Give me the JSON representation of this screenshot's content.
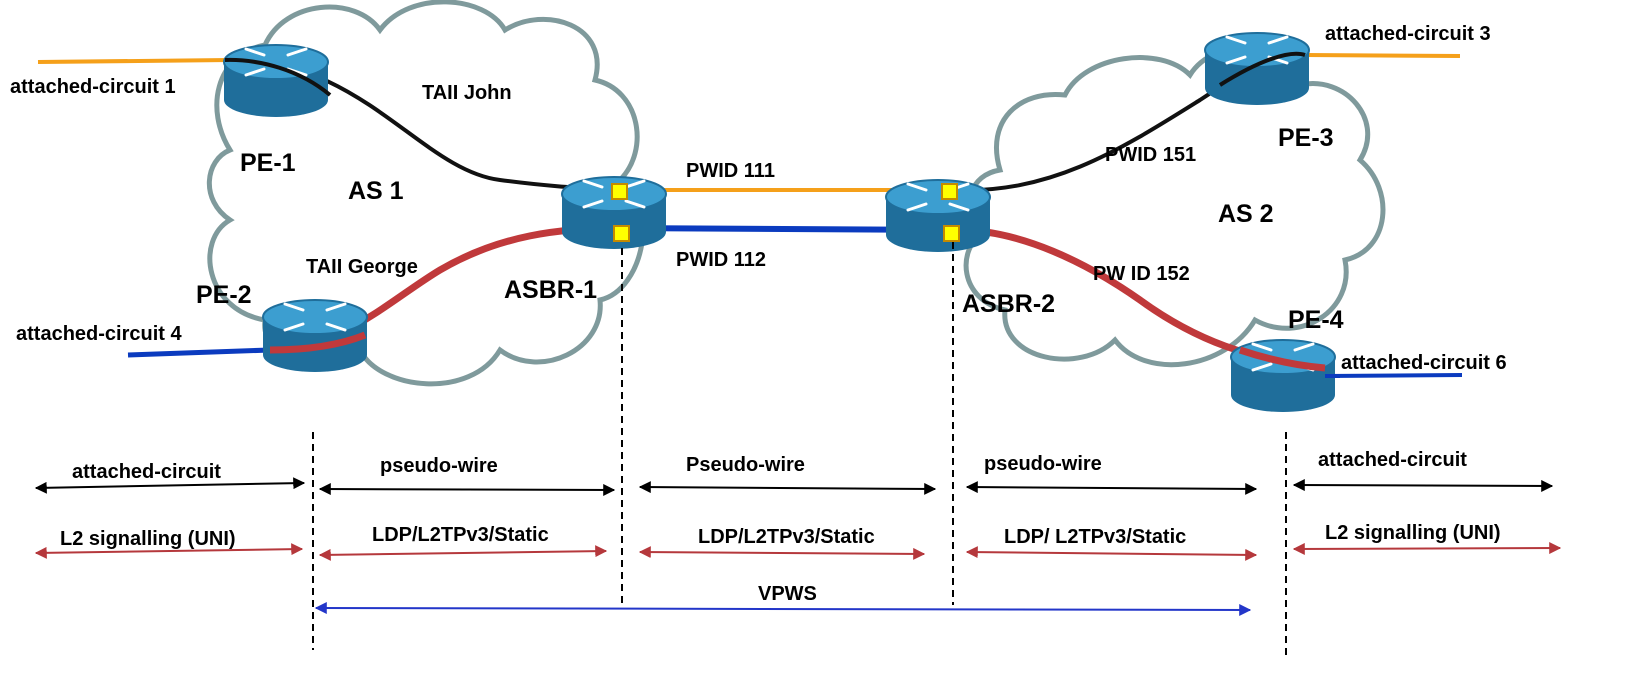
{
  "colors": {
    "orange": "#f5a01a",
    "black": "#111111",
    "red": "#c0393b",
    "blue": "#0b3bbf",
    "cloud_stroke": "#7f9a9c",
    "router_top": "#3c9ed0",
    "router_side": "#1f6e9b",
    "arrow_black": "#000000",
    "arrow_red": "#b5383c",
    "arrow_blue": "#2336c9",
    "marker_fill": "#ffff00",
    "marker_stroke": "#c48a00"
  },
  "clouds": {
    "as1": "AS 1",
    "as2": "AS 2"
  },
  "routers": {
    "pe1": "PE-1",
    "pe2": "PE-2",
    "pe3": "PE-3",
    "pe4": "PE-4",
    "asbr1": "ASBR-1",
    "asbr2": "ASBR-2"
  },
  "circuits": {
    "ac1": "attached-circuit 1",
    "ac3": "attached-circuit 3",
    "ac4": "attached-circuit 4",
    "ac6": "attached-circuit 6"
  },
  "pseudowires": {
    "taii_john": "TAII John",
    "taii_george": "TAII George",
    "pwid111": "PWID 111",
    "pwid112": "PWID 112",
    "pwid151": "PWID 151",
    "pwid152": "PW ID 152"
  },
  "segments": {
    "ac_left": "attached-circuit",
    "pw_left": "pseudo-wire",
    "pw_mid": "Pseudo-wire",
    "pw_right": "pseudo-wire",
    "ac_right": "attached-circuit"
  },
  "signalling": {
    "uni_left": "L2 signalling (UNI)",
    "ldp_left": "LDP/L2TPv3/Static",
    "ldp_mid": "LDP/L2TPv3/Static",
    "ldp_right": "LDP/ L2TPv3/Static",
    "uni_right": "L2 signalling (UNI)"
  },
  "service": {
    "vpws": "VPWS"
  }
}
